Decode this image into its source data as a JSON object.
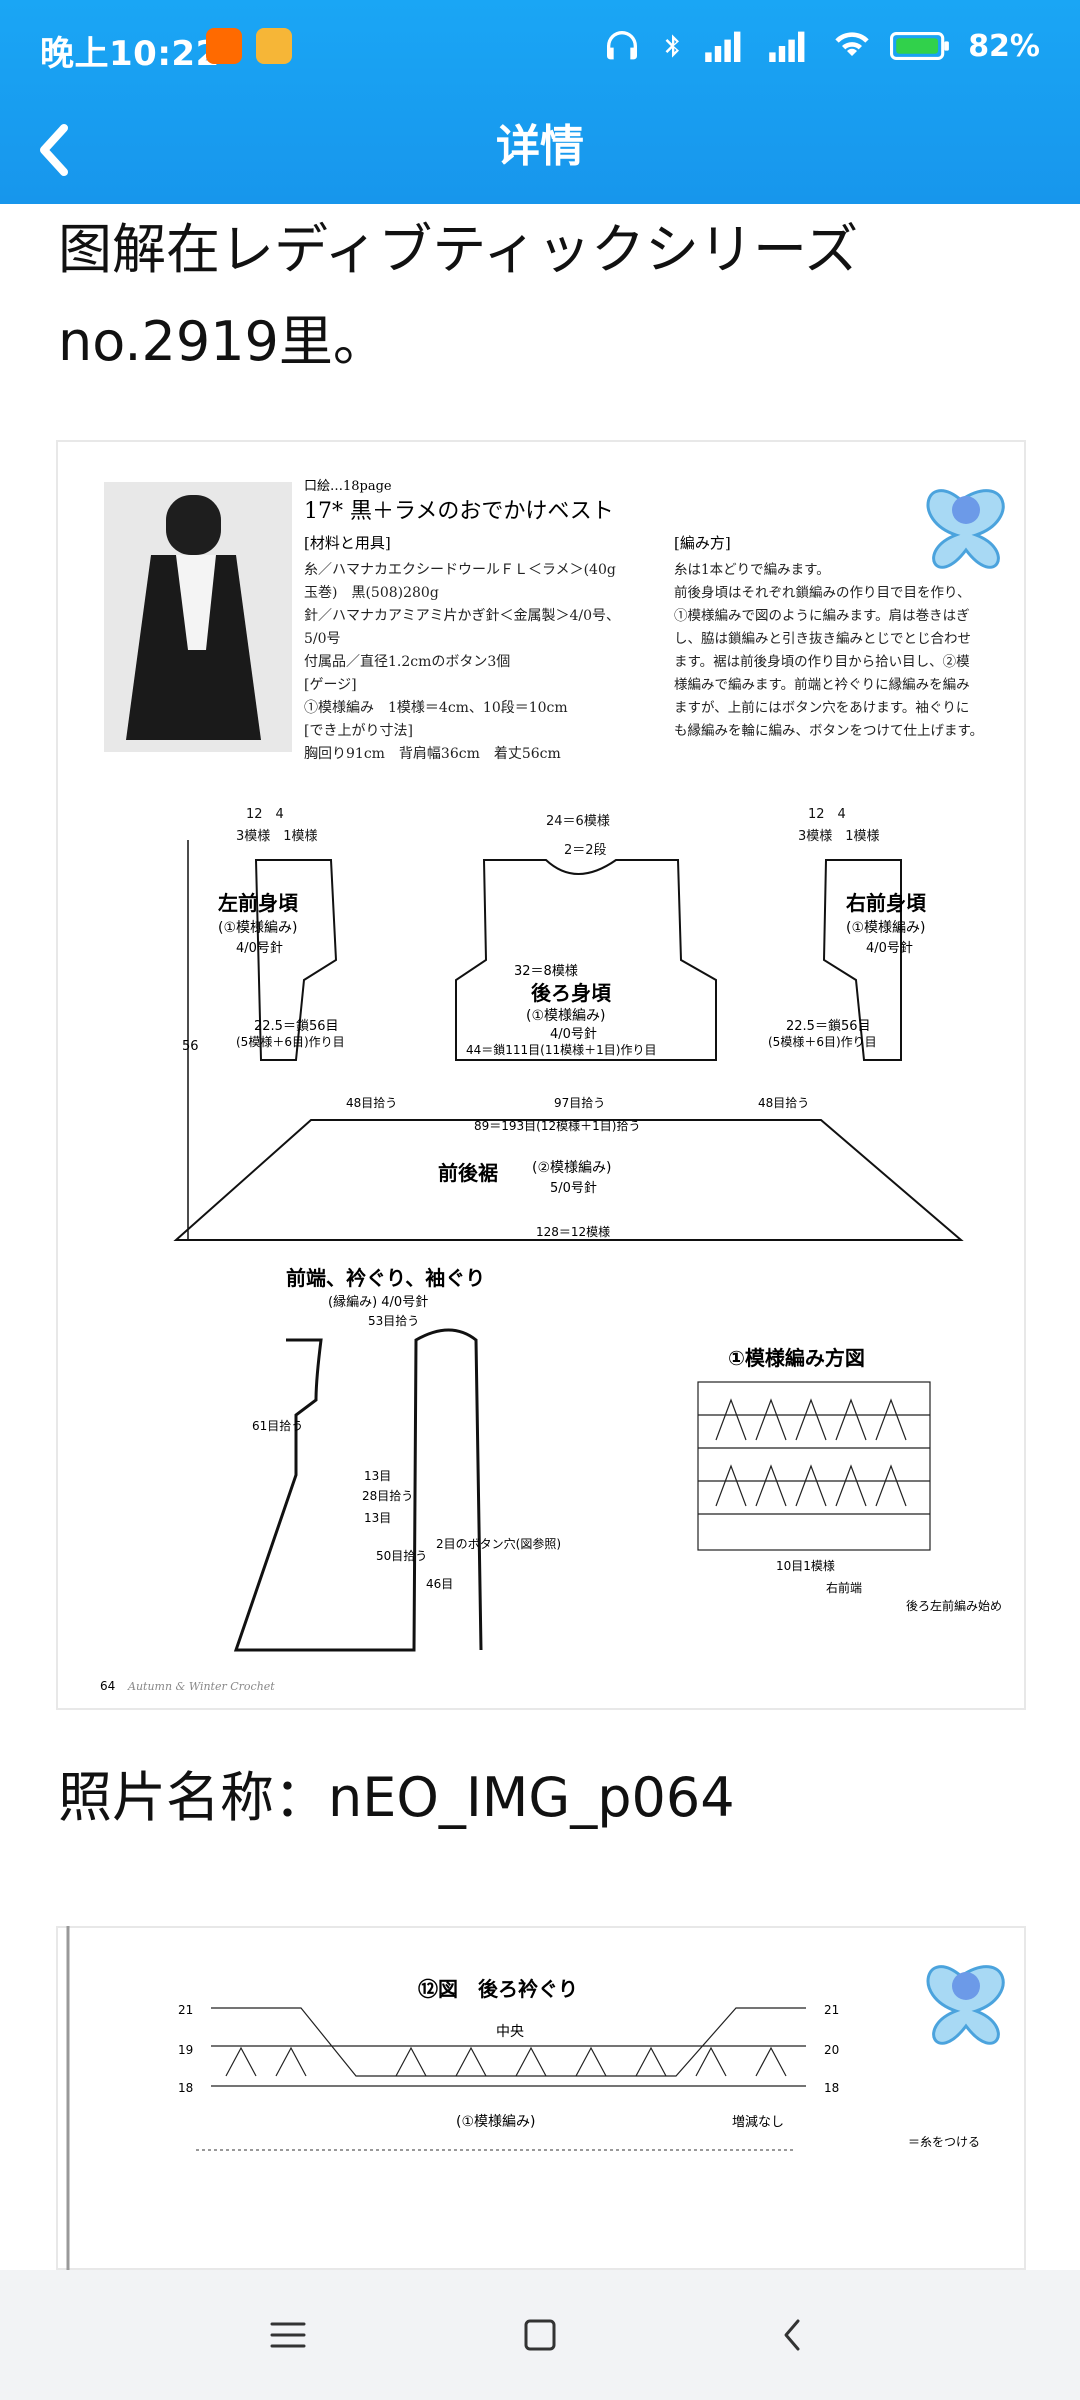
{
  "status_bar": {
    "time": "晚上10:22",
    "app_badges": [
      "taobao-badge",
      "notes-badge"
    ],
    "battery": "82%",
    "icons": [
      "headphones-icon",
      "bluetooth-icon",
      "signal-hd-icon",
      "signal-hd-icon",
      "wifi-icon",
      "battery-icon"
    ]
  },
  "header": {
    "title": "详情"
  },
  "content": {
    "paragraph1": "图解在レディブティックシリーズno.2919里。",
    "image1": {
      "page_label": "口絵…18page",
      "heading": "17* 黒＋ラメのおでかけベスト",
      "materials_title": "[材料と用具]",
      "materials_lines": [
        "糸／ハマナカエクシードウールＦＬ＜ラメ＞(40g",
        "玉巻)　黒(508)280g",
        "針／ハマナカアミアミ片かぎ針＜金属製＞4/0号、",
        "5/0号",
        "付属品／直径1.2cmのボタン3個",
        "[ゲージ]",
        "①模様編み　1模様＝4cm、10段＝10cm",
        "[でき上がり寸法]",
        "胸回り91cm　背肩幅36cm　着丈56cm"
      ],
      "method_title": "[編み方]",
      "method_lines": [
        "糸は1本どりで編みます。",
        "前後身頃はそれぞれ鎖編みの作り目で目を作り、",
        "①模様編みで図のように編みます。肩は巻きはぎ",
        "し、脇は鎖編みと引き抜き編みとじでとじ合わせ",
        "ます。裾は前後身頃の作り目から拾い目し、②模",
        "様編みで編みます。前端と衿ぐりに縁編みを編み",
        "ますが、上前にはボタン穴をあけます。袖ぐりに",
        "も縁編みを輪に編み、ボタンをつけて仕上げます。"
      ],
      "diagram_labels": {
        "left_front": "左前身頃",
        "right_front": "右前身頃",
        "back": "後ろ身頃",
        "pattern1": "(①模様編み)",
        "needle4": "4/0号針",
        "needle5": "5/0号針",
        "hem": "前後裾",
        "pattern2": "(②模様編み)",
        "edging_title": "前端、衿ぐり、袖ぐり",
        "edging_sub": "(縁編み) 4/0号針",
        "pattern_chart_title": "①模様編み方図",
        "top_left_dims": "12　4",
        "top_left_units": "3模様　1模様",
        "back_top": "24＝6模様",
        "back_neck": "2＝2段",
        "back_mid": "32＝8模様",
        "back_bottom": "44＝鎖111目(11模様＋1目)作り目",
        "front_bottom": "22.5＝鎖56目",
        "front_bottom2": "(5模様＋6目)作り目",
        "hem_pick_left": "48目拾う",
        "hem_pick_mid": "97目拾う",
        "hem_pick_right": "48目拾う",
        "hem_total": "89＝193目(12模様＋1目)拾う",
        "hem_bottom": "128＝12模様",
        "height_total": "56",
        "edge_53": "53目拾う",
        "edge_61": "61目拾う",
        "edge_28": "28目拾う",
        "edge_50": "50目拾う",
        "edge_46": "46目",
        "edge_13a": "13目",
        "edge_13b": "13目",
        "buttonhole": "2目のボタン穴(図参照)",
        "chart_repeat": "10目1模様",
        "chart_start": "後ろ左前編み始め",
        "chart_right": "右前端",
        "page_number": "64",
        "page_footer": "Autumn & Winter Crochet"
      }
    },
    "paragraph2": "照片名称：nEO_IMG_p064",
    "image2": {
      "title": "⑫図　後ろ衿ぐり",
      "center": "中央",
      "pattern": "(①模様編み)",
      "no_change": "増減なし",
      "legend": "＝糸をつける",
      "rows": [
        "21",
        "19",
        "18",
        "21",
        "20",
        "18"
      ]
    }
  },
  "navbar": {
    "buttons": [
      "menu",
      "home",
      "back"
    ]
  }
}
